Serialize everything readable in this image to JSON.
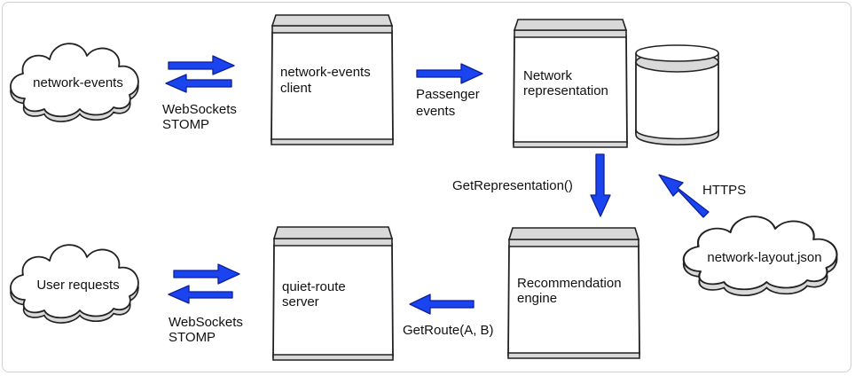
{
  "nodes": {
    "network_events_cloud": "network-events",
    "network_events_client_line1": "network-events",
    "network_events_client_line2": "client",
    "network_representation_line1": "Network",
    "network_representation_line2": "representation",
    "user_requests_cloud": "User requests",
    "quiet_route_server_line1": "quiet-route",
    "quiet_route_server_line2": "server",
    "recommendation_engine_line1": "Recommendation",
    "recommendation_engine_line2": "engine",
    "network_layout_cloud": "network-layout.json"
  },
  "edges": {
    "websockets_top_line1": "WebSockets",
    "websockets_top_line2": "STOMP",
    "passenger_events_line1": "Passenger",
    "passenger_events_line2": "events",
    "get_representation": "GetRepresentation()",
    "https": "HTTPS",
    "websockets_bottom_line1": "WebSockets",
    "websockets_bottom_line2": "STOMP",
    "get_route": "GetRoute(A, B)"
  },
  "colors": {
    "arrow_fill": "#1a44f0",
    "cap_fill": "#d9d9d9",
    "outline": "#222222"
  }
}
